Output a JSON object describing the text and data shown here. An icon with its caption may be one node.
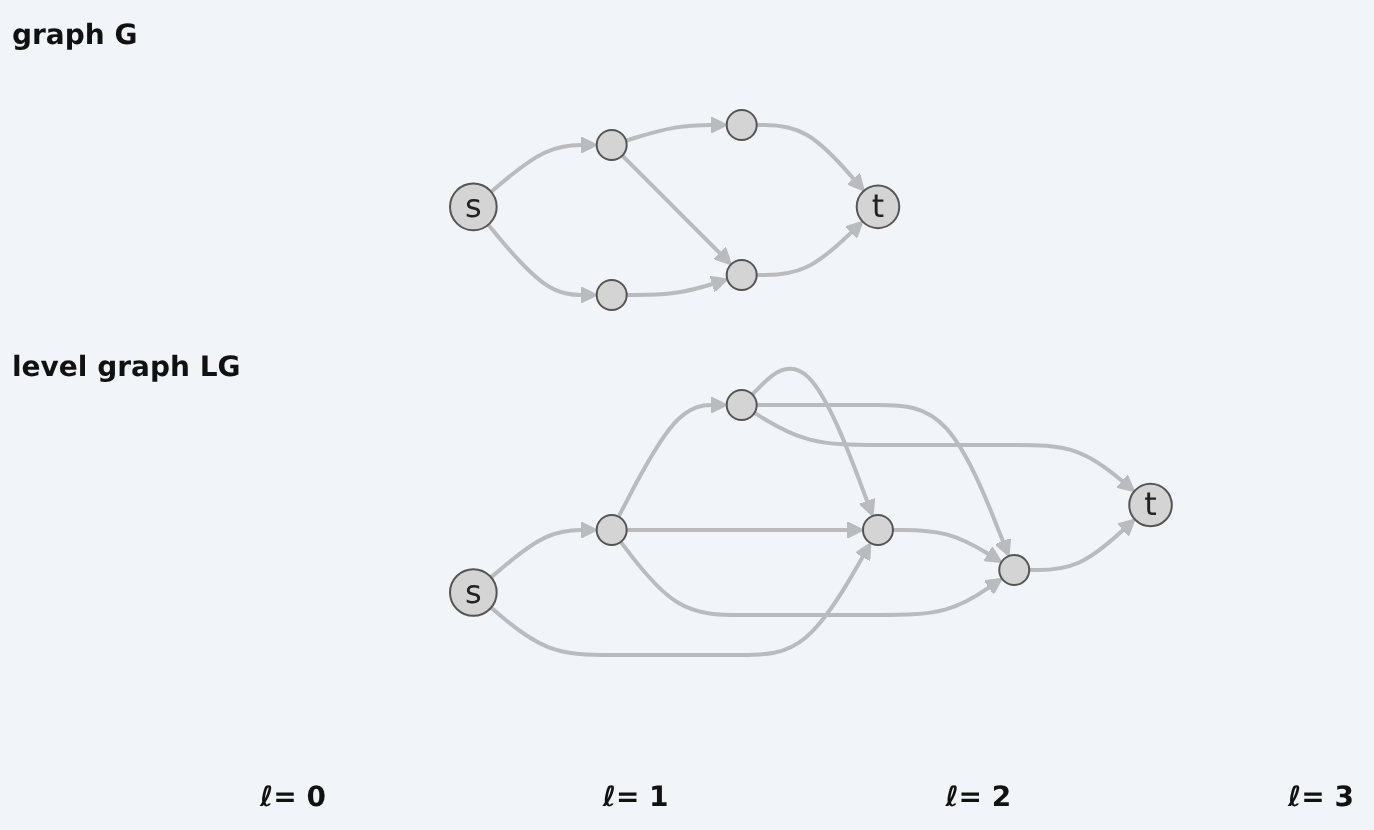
{
  "diagram": {
    "nodes": [
      {
        "text": [
          "s"
        ]
      },
      {
        "text": [],
        "shape": "circle"
      },
      {
        "text": [],
        "shape": "circle"
      },
      {
        "text": [],
        "shape": "circle"
      },
      {
        "text": [],
        "shape": "circle"
      },
      {
        "text": [
          "t"
        ]
      },
      {
        "text": [
          "s"
        ]
      },
      {
        "text": [],
        "shape": "circle"
      },
      {
        "text": [],
        "shape": "circle"
      },
      {
        "text": [],
        "shape": "circle"
      },
      {
        "text": [],
        "shape": "circle"
      },
      {
        "text": [
          "t"
        ]
      }
    ],
    "edges": [
      {
        "from": 0,
        "to": 1,
        "arrow": "to"
      },
      {
        "from": 0,
        "to": 3,
        "arrow": "to"
      },
      {
        "from": 1,
        "to": 2,
        "arrow": "to"
      },
      {
        "from": 1,
        "to": 3,
        "arrow": "to"
      },
      {
        "from": 1,
        "to": 4,
        "arrow": "to"
      },
      {
        "from": 2,
        "to": 3,
        "arrow": "to"
      },
      {
        "from": 2,
        "to": 4,
        "arrow": "to"
      },
      {
        "from": 2,
        "to": 5,
        "arrow": "to"
      },
      {
        "from": 3,
        "to": 4,
        "arrow": "to"
      },
      {
        "from": 4,
        "to": 5,
        "arrow": "to"
      },
      {
        "from": 6,
        "to": 7,
        "arrow": "to"
      },
      {
        "from": 6,
        "to": 9,
        "arrow": "to"
      },
      {
        "from": 7,
        "to": 8,
        "arrow": "to"
      },
      {
        "from": 7,
        "to": 10,
        "arrow": "to"
      },
      {
        "from": 9,
        "to": 10,
        "arrow": "to"
      },
      {
        "from": 8,
        "to": 11,
        "arrow": "to"
      },
      {
        "from": 10,
        "to": 11,
        "arrow": "to"
      }
    ],
    "labels": [
      "graph G",
      "level graph LG",
      "ℓ= 0",
      "ℓ= 1",
      "ℓ= 2",
      "ℓ= 3"
    ]
  }
}
